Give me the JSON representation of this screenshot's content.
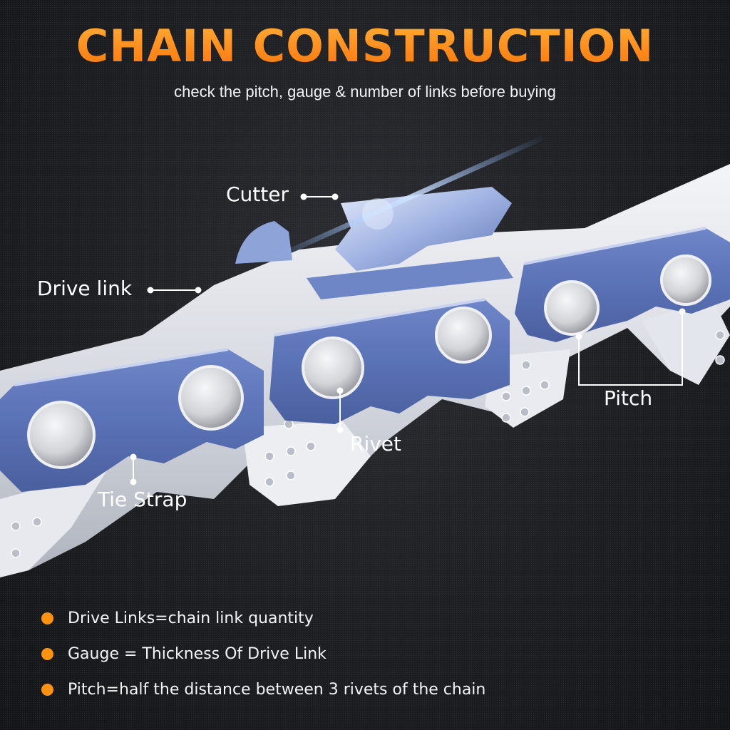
{
  "header": {
    "title": "CHAIN CONSTRUCTION",
    "subtitle": "check the pitch, gauge & number of links before buying"
  },
  "callouts": {
    "cutter": "Cutter",
    "drive_link": "Drive link",
    "pitch": "Pitch",
    "rivet": "Rivet",
    "tie_strap": "Tie Strap"
  },
  "legend": {
    "items": [
      {
        "text": "Drive Links=chain link quantity"
      },
      {
        "text": "Gauge = Thickness Of Drive Link"
      },
      {
        "text": "Pitch=half the distance between 3 rivets of the chain"
      }
    ]
  },
  "colors": {
    "accent_orange": "#ff9311",
    "link_blue": "#5b73b8",
    "steel": "#dfe2e8",
    "background": "#1c1d20"
  }
}
